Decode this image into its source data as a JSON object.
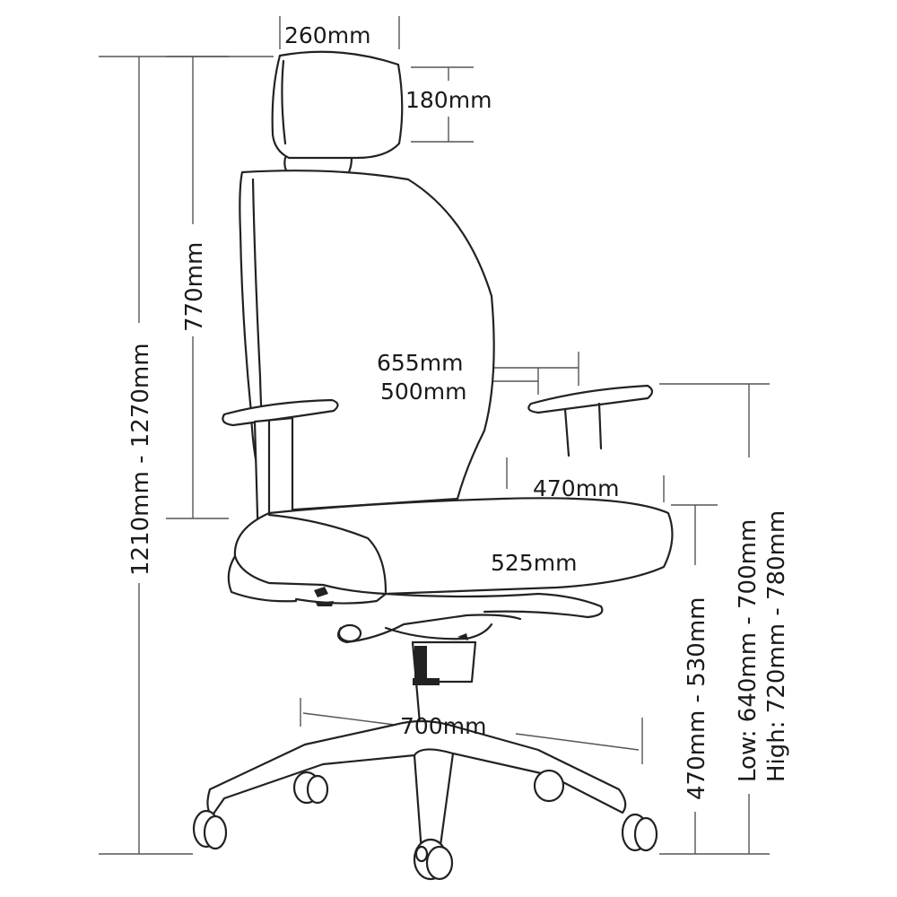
{
  "dimensions": {
    "headrest_width": "260mm",
    "headrest_height": "180mm",
    "backrest_height": "770mm",
    "overall_height": "1210mm - 1270mm",
    "arm_width_outer": "655mm",
    "arm_width_inner": "500mm",
    "seat_depth": "470mm",
    "seat_width": "525mm",
    "base_width": "700mm",
    "seat_height": "470mm - 530mm",
    "arm_height_low": "Low: 640mm - 700mm",
    "arm_height_high": "High: 720mm - 780mm"
  }
}
